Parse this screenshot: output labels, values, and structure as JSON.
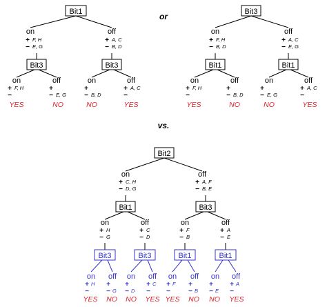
{
  "connectors": {
    "or": "or",
    "vs": "vs."
  },
  "colors": {
    "black": "#000000",
    "blue": "#3333cc",
    "red": "#e0202a"
  },
  "trees": [
    {
      "id": "tree-a",
      "root": {
        "label": "Bit1",
        "on": {
          "branch": "on",
          "plus": "F, H",
          "minus": "E, G",
          "node": {
            "label": "Bit3",
            "on": {
              "branch": "on",
              "plus": "F, H",
              "minus": "",
              "result": "YES"
            },
            "off": {
              "branch": "off",
              "plus": "",
              "minus": "E, G",
              "result": "NO"
            }
          }
        },
        "off": {
          "branch": "off",
          "plus": "A, C",
          "minus": "B, D",
          "node": {
            "label": "Bit3",
            "on": {
              "branch": "on",
              "plus": "",
              "minus": "B, D",
              "result": "NO"
            },
            "off": {
              "branch": "off",
              "plus": "A, C",
              "minus": "",
              "result": "YES"
            }
          }
        }
      }
    },
    {
      "id": "tree-b",
      "root": {
        "label": "Bit3",
        "on": {
          "branch": "on",
          "plus": "F, H",
          "minus": "B, D",
          "node": {
            "label": "Bit1",
            "on": {
              "branch": "on",
              "plus": "F, H",
              "minus": "",
              "result": "YES"
            },
            "off": {
              "branch": "off",
              "plus": "",
              "minus": "B, D",
              "result": "NO"
            }
          }
        },
        "off": {
          "branch": "off",
          "plus": "A, C",
          "minus": "E, G",
          "node": {
            "label": "Bit1",
            "on": {
              "branch": "on",
              "plus": "",
              "minus": "E, G",
              "result": "NO"
            },
            "off": {
              "branch": "off",
              "plus": "A, C",
              "minus": "",
              "result": "YES"
            }
          }
        }
      }
    },
    {
      "id": "tree-c",
      "root": {
        "label": "Bit2",
        "on": {
          "branch": "on",
          "plus": "C, H",
          "minus": "D, G",
          "node": {
            "label": "Bit1",
            "on": {
              "branch": "on",
              "plus": "H",
              "minus": "G",
              "node": {
                "label": "Bit3",
                "on": {
                  "branch": "on",
                  "plus": "H",
                  "minus": "",
                  "result": "YES"
                },
                "off": {
                  "branch": "off",
                  "plus": "",
                  "minus": "G",
                  "result": "NO"
                }
              }
            },
            "off": {
              "branch": "off",
              "plus": "C",
              "minus": "D",
              "node": {
                "label": "Bit3",
                "on": {
                  "branch": "on",
                  "plus": "",
                  "minus": "D",
                  "result": "NO"
                },
                "off": {
                  "branch": "off",
                  "plus": "C",
                  "minus": "",
                  "result": "YES"
                }
              }
            }
          }
        },
        "off": {
          "branch": "off",
          "plus": "A, F",
          "minus": "B, E",
          "node": {
            "label": "Bit3",
            "on": {
              "branch": "on",
              "plus": "F",
              "minus": "B",
              "node": {
                "label": "Bit1",
                "on": {
                  "branch": "on",
                  "plus": "F",
                  "minus": "",
                  "result": "YES"
                },
                "off": {
                  "branch": "off",
                  "plus": "",
                  "minus": "B",
                  "result": "NO"
                }
              }
            },
            "off": {
              "branch": "off",
              "plus": "A",
              "minus": "E",
              "node": {
                "label": "Bit1",
                "on": {
                  "branch": "on",
                  "plus": "",
                  "minus": "E",
                  "result": "NO"
                },
                "off": {
                  "branch": "off",
                  "plus": "A",
                  "minus": "",
                  "result": "YES"
                }
              }
            }
          }
        }
      }
    }
  ]
}
